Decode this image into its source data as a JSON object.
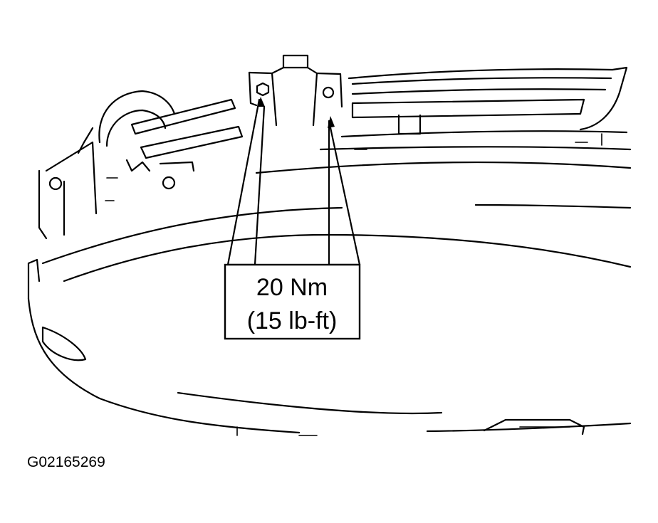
{
  "callout": {
    "torque_metric": "20 Nm",
    "torque_imperial": "(15 lb-ft)"
  },
  "figure_id": "G02165269",
  "icons": [
    "bolt-icon",
    "bolt-icon",
    "arrow-icon",
    "arrow-icon"
  ],
  "colors": {
    "line": "#000000",
    "background": "#ffffff"
  }
}
